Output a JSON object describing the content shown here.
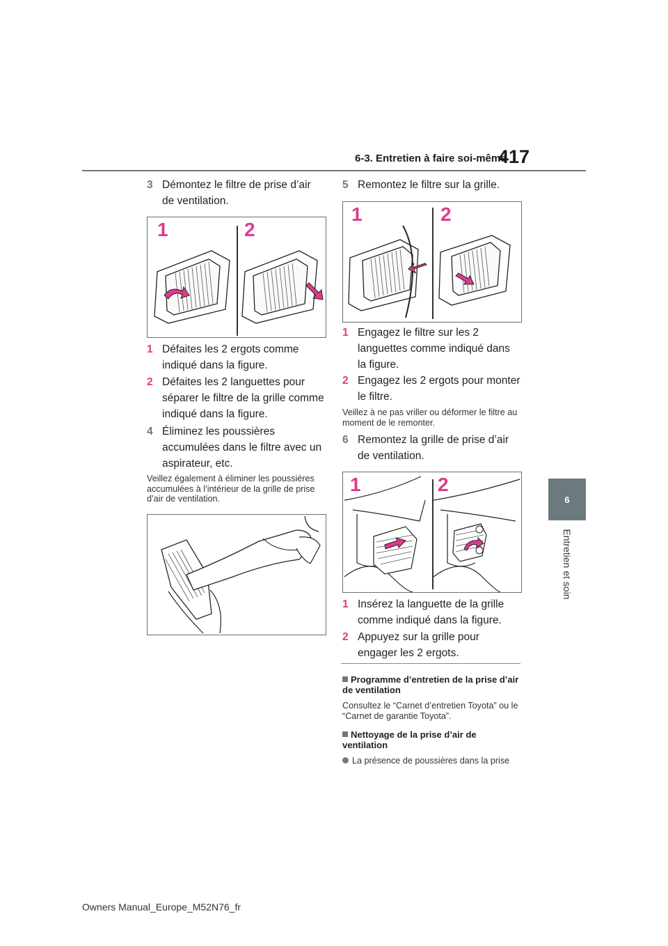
{
  "header": {
    "section_title": "6-3. Entretien à faire soi-même",
    "page_number": "417"
  },
  "side_tab": {
    "chapter_number": "6",
    "chapter_label": "Entretien et soin"
  },
  "left_column": {
    "step3": {
      "num": "3",
      "text": "Démontez le filtre de prise d’air de ventilation."
    },
    "figure1": {
      "callout1": "1",
      "callout2": "2"
    },
    "sub1": {
      "num": "1",
      "text": "Défaites les 2 ergots comme indiqué dans la figure."
    },
    "sub2": {
      "num": "2",
      "text": "Défaites les 2 languettes pour séparer le filtre de la grille comme indiqué dans la figure."
    },
    "step4": {
      "num": "4",
      "text": "Éliminez les poussières accumulées dans le filtre avec un aspirateur, etc."
    },
    "note": "Veillez également à éliminer les poussières accumulées à l’intérieur de la grille de prise d’air de ventilation."
  },
  "right_column": {
    "step5": {
      "num": "5",
      "text": "Remontez le filtre sur la grille."
    },
    "figure3": {
      "callout1": "1",
      "callout2": "2"
    },
    "sub1": {
      "num": "1",
      "text": "Engagez le filtre sur les 2 languettes comme indiqué dans la figure."
    },
    "sub2": {
      "num": "2",
      "text": "Engagez les 2 ergots pour monter le filtre."
    },
    "note": "Veillez à ne pas vriller ou déformer le filtre au moment de le remonter.",
    "step6": {
      "num": "6",
      "text": "Remontez la grille de prise d’air de ventilation."
    },
    "figure4": {
      "callout1": "1",
      "callout2": "2"
    },
    "sub3": {
      "num": "1",
      "text": "Insérez la languette de la grille comme indiqué dans la figure."
    },
    "sub4": {
      "num": "2",
      "text": "Appuyez sur la grille pour engager les 2 ergots."
    },
    "heading1": "Programme d’entretien de la prise d’air de ventilation",
    "para1": "Consultez le “Carnet d’entretien Toyota” ou le “Carnet de garantie Toyota”.",
    "heading2": "Nettoyage de la prise d’air de ventilation",
    "bullet1": "La présence de poussières dans la prise"
  },
  "footer": {
    "text": "Owners Manual_Europe_M52N76_fr"
  },
  "colors": {
    "accent_pink": "#e0398f",
    "accent_grey": "#6b7b7d"
  },
  "icons": [
    "filter-illustration",
    "vacuum-illustration",
    "grille-illustration",
    "arrow-icon"
  ]
}
